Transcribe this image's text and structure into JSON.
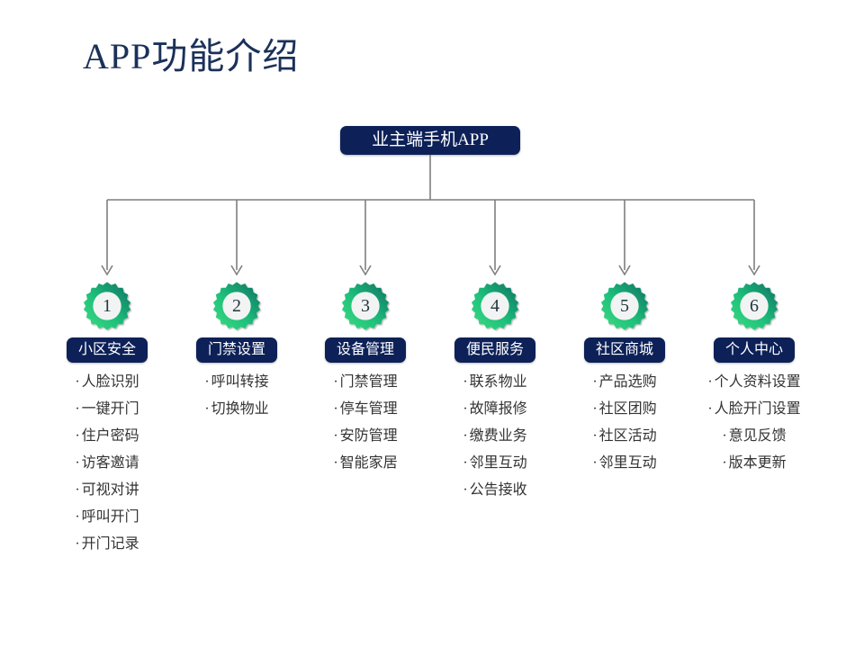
{
  "title": "APP功能介绍",
  "root": {
    "label": "业主端手机APP"
  },
  "colors": {
    "navy": "#0d2158",
    "title_navy": "#1b3159",
    "gear_green_light": "#3ddc84",
    "gear_green_dark": "#0a6e63",
    "connector_gray": "#7f7f7f",
    "text_gray": "#333333"
  },
  "columns": [
    {
      "number": "1",
      "label": "小区安全",
      "items": [
        "人脸识别",
        "一键开门",
        "住户密码",
        "访客邀请",
        "可视对讲",
        "呼叫开门",
        "开门记录"
      ]
    },
    {
      "number": "2",
      "label": "门禁设置",
      "items": [
        "呼叫转接",
        "切换物业"
      ]
    },
    {
      "number": "3",
      "label": "设备管理",
      "items": [
        "门禁管理",
        "停车管理",
        "安防管理",
        "智能家居"
      ]
    },
    {
      "number": "4",
      "label": "便民服务",
      "items": [
        "联系物业",
        "故障报修",
        "缴费业务",
        "邻里互动",
        "公告接收"
      ]
    },
    {
      "number": "5",
      "label": "社区商城",
      "items": [
        "产品选购",
        "社区团购",
        "社区活动",
        "邻里互动"
      ]
    },
    {
      "number": "6",
      "label": "个人中心",
      "items": [
        "个人资料设置",
        "人脸开门设置",
        "意见反馈",
        "版本更新"
      ]
    }
  ],
  "bullet": "·"
}
